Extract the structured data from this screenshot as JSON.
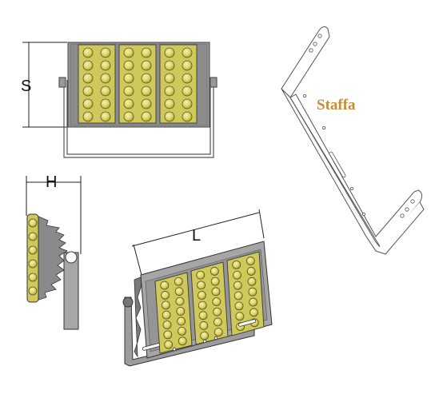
{
  "labels": {
    "dim_s": "S",
    "dim_h": "H",
    "dim_l": "L",
    "bracket": "Staffa"
  },
  "colors": {
    "led_panel": "#d8d36a",
    "led_dot": "#e6e080",
    "frame": "#8e8e8e",
    "accent_text": "#c98a3a"
  },
  "led_grid": {
    "modules": 3,
    "rows": 6,
    "cols": 2
  }
}
